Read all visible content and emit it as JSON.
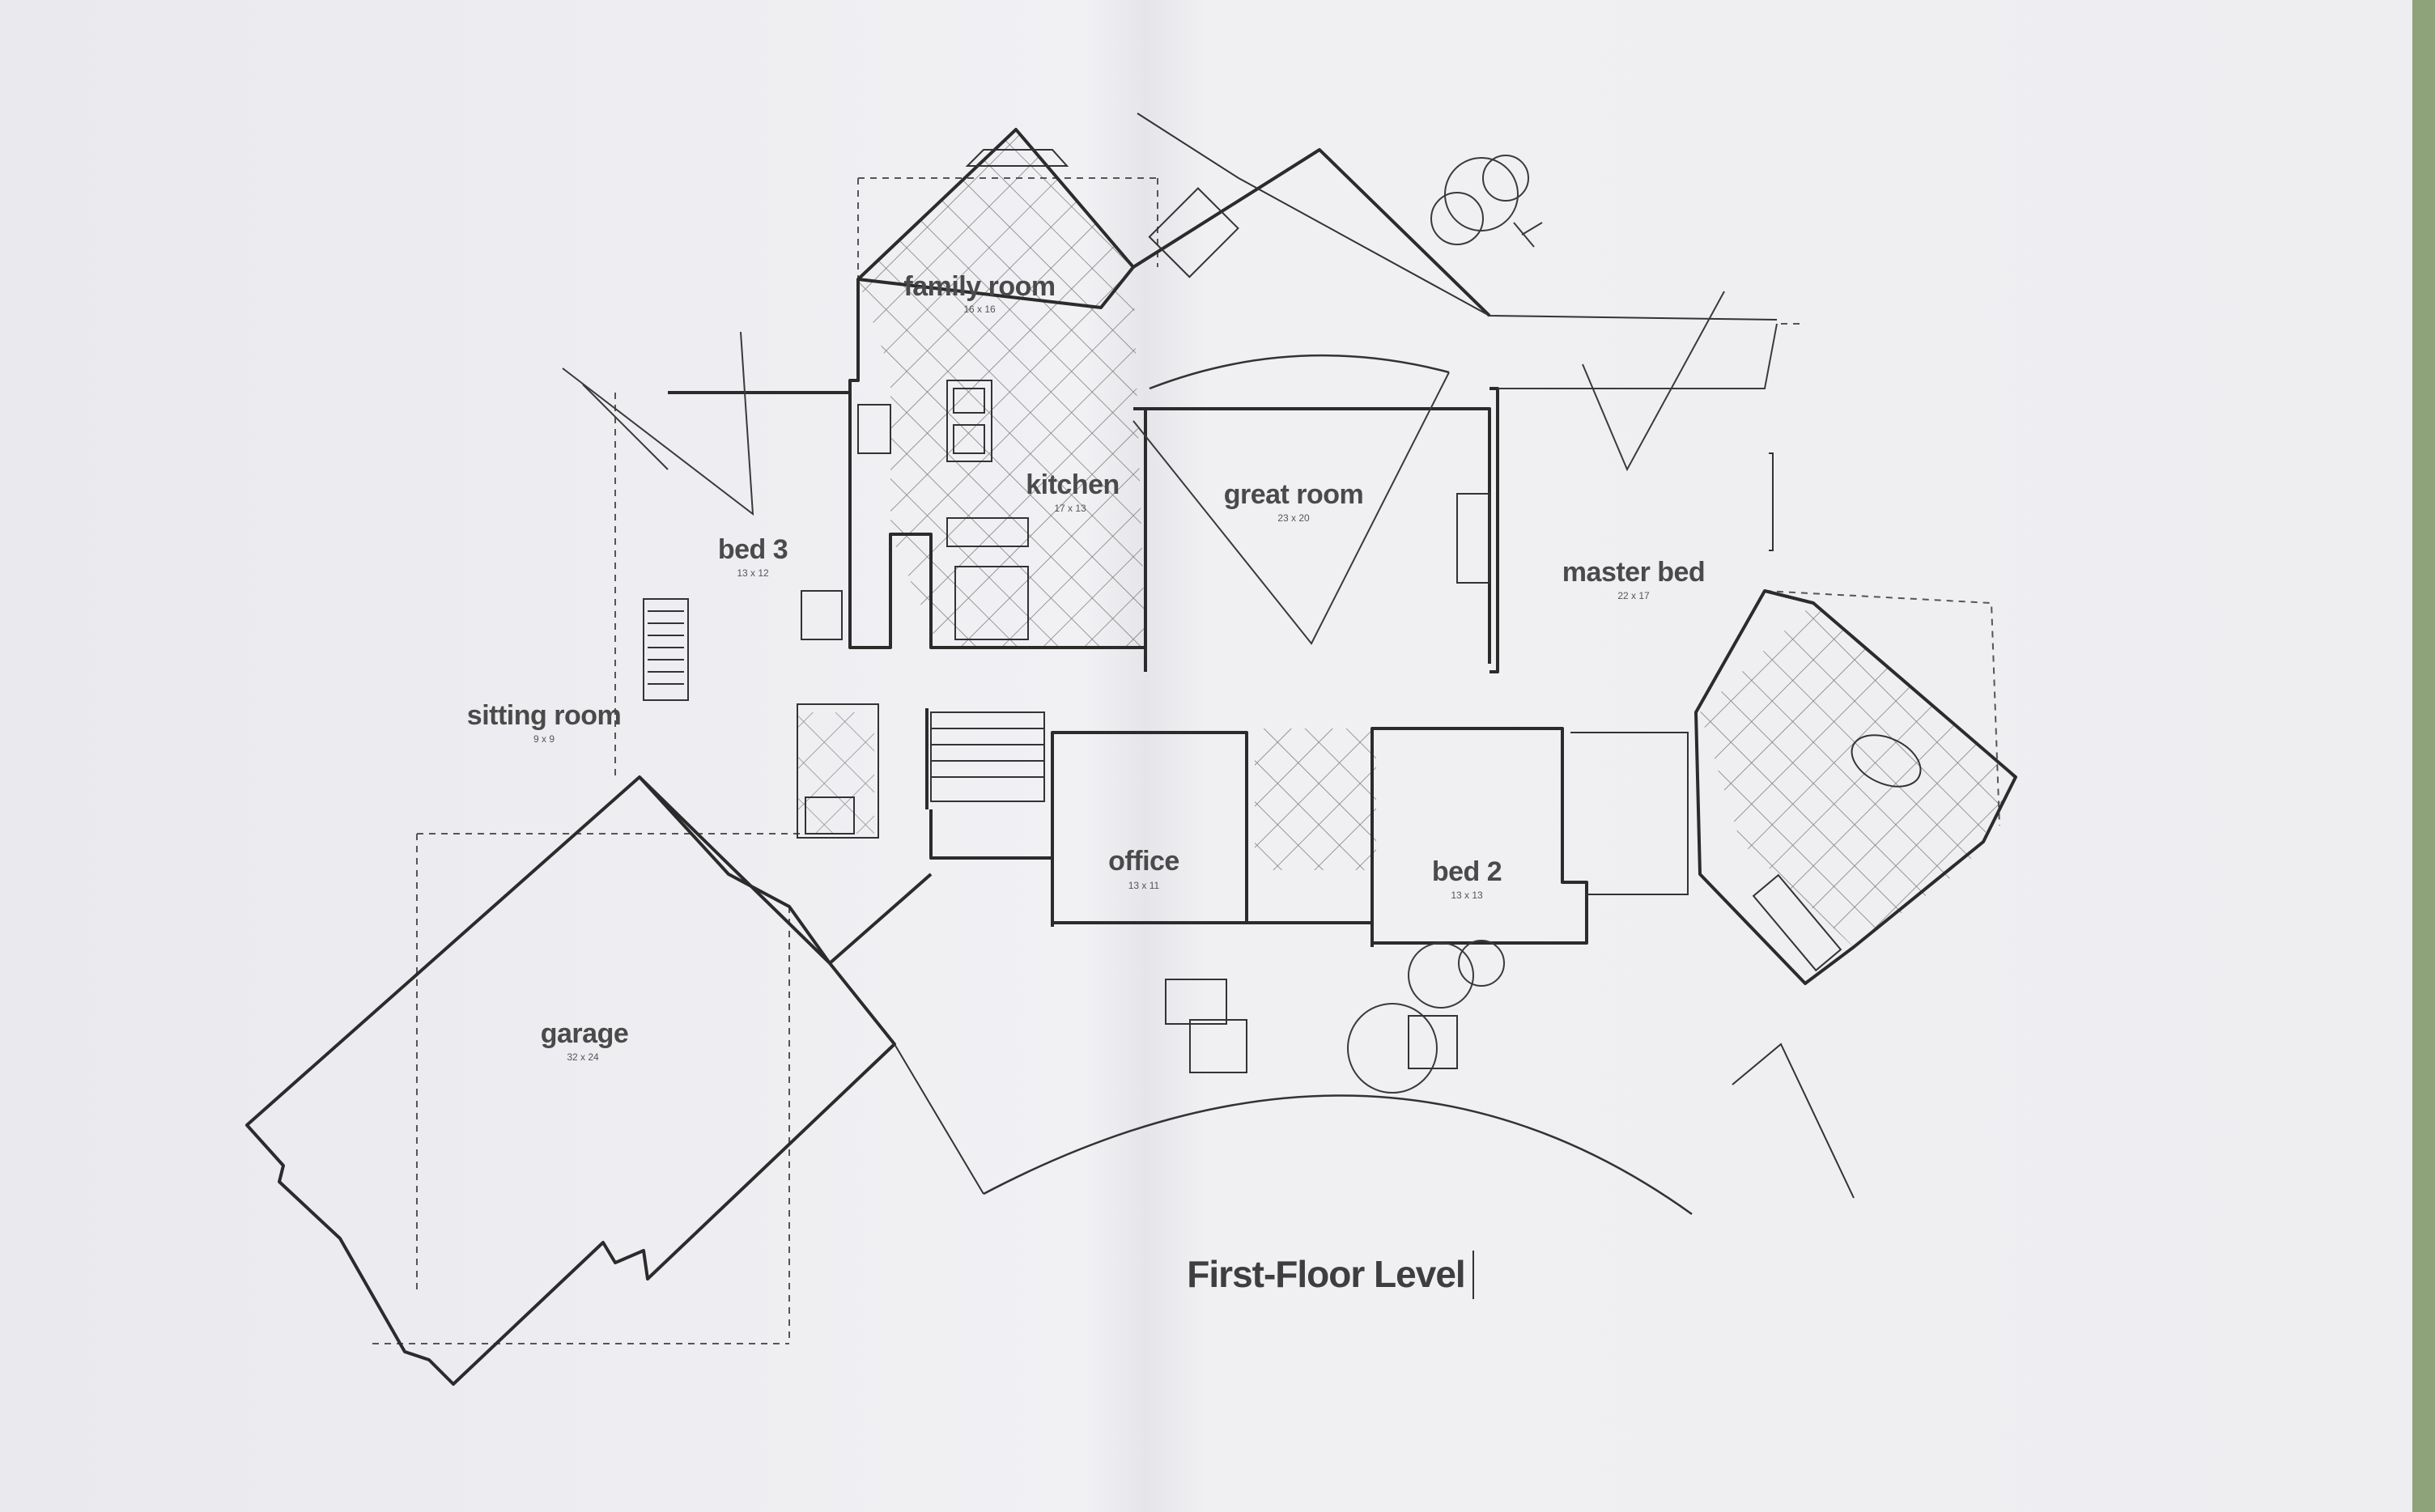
{
  "title": "First-Floor Level",
  "rooms": [
    {
      "id": "family-room",
      "label": "family room",
      "dim": "16 x 16"
    },
    {
      "id": "kitchen",
      "label": "kitchen",
      "dim": "17 x 13"
    },
    {
      "id": "great-room",
      "label": "great room",
      "dim": "23 x 20"
    },
    {
      "id": "master-bed",
      "label": "master bed",
      "dim": "22 x 17"
    },
    {
      "id": "bed-3",
      "label": "bed 3",
      "dim": "13 x 12"
    },
    {
      "id": "sitting-room",
      "label": "sitting room",
      "dim": "9 x 9"
    },
    {
      "id": "office",
      "label": "office",
      "dim": "13 x 11"
    },
    {
      "id": "bed-2",
      "label": "bed 2",
      "dim": "13 x 13"
    },
    {
      "id": "garage",
      "label": "garage",
      "dim": "32 x 24"
    }
  ],
  "colors": {
    "background": "#8fa37a",
    "paper": "#eeeef1",
    "ink": "#2b2b2b"
  }
}
